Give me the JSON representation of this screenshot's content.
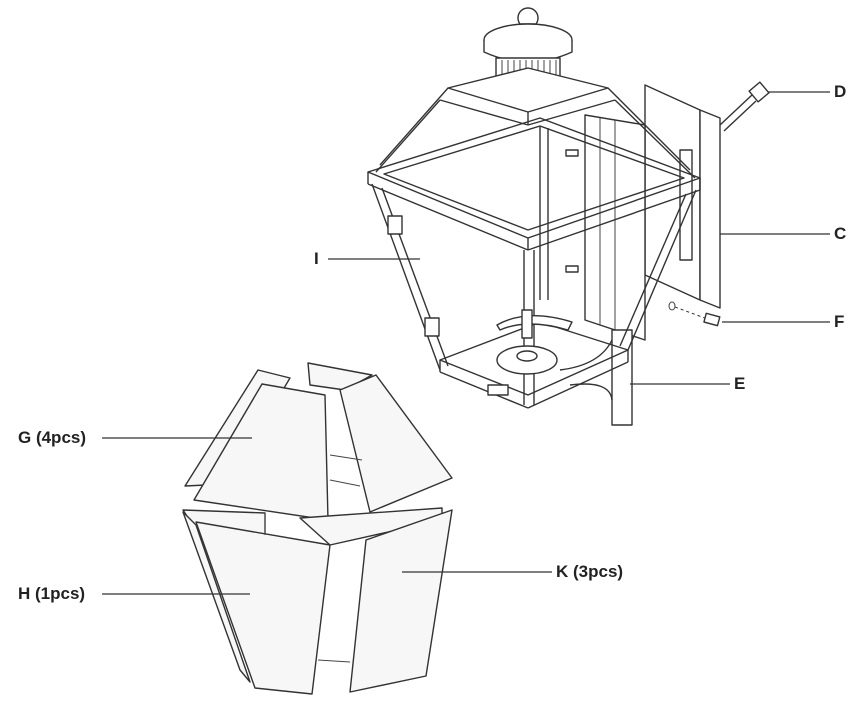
{
  "labels": {
    "D": "D",
    "C": "C",
    "I": "I",
    "F": "F",
    "E": "E",
    "G": "G (4pcs)",
    "H": "H (1pcs)",
    "K": "K (3pcs)"
  },
  "colors": {
    "line": "#333333",
    "background": "#ffffff"
  }
}
